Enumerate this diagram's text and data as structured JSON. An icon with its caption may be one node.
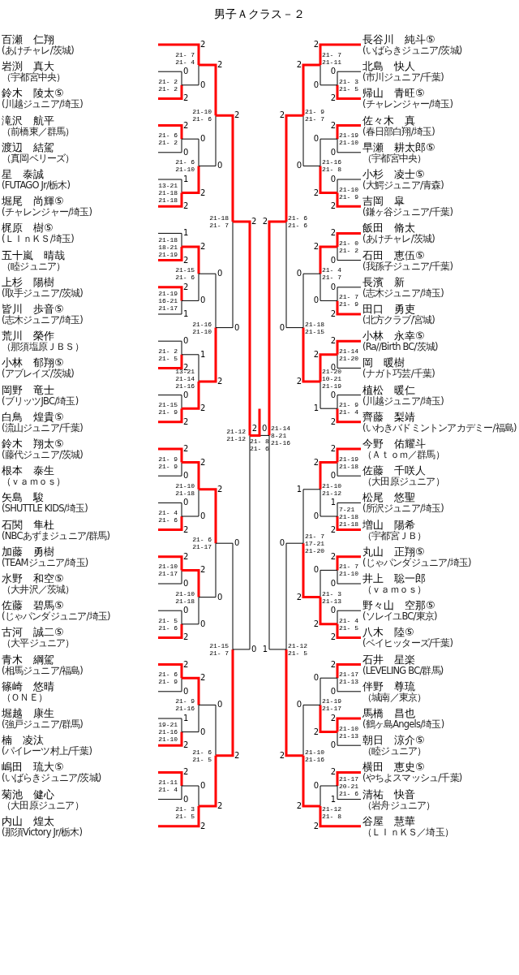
{
  "diagram": {
    "title": "男子Ａクラス－２",
    "nodes": [
      {
        "text": [
          "百瀬　仁翔",
          "(あけチャレ/茨城)"
        ]
      },
      {
        "text": [
          "岩渕　真大",
          "（宇都宮中央）"
        ]
      },
      {
        "text": [
          "鈴木　陵太⑤",
          "(川越ジュニア/埼玉)"
        ]
      },
      {
        "text": [
          "滝沢　航平",
          "（前橋東／群馬）"
        ]
      },
      {
        "text": [
          "渡辺　結駕",
          "（真岡ベリーズ）"
        ]
      },
      {
        "text": [
          "星　泰誠",
          "(FUTAGO Jr/栃木)"
        ]
      },
      {
        "text": [
          "堀尾　尚輝⑤",
          "(チャレンジャー/埼玉)"
        ]
      },
      {
        "text": [
          "梶原　樹⑤",
          "(ＬＩｎＫＳ/埼玉)"
        ]
      },
      {
        "text": [
          "五十嵐　晴哉",
          "（睦ジュニア）"
        ]
      },
      {
        "text": [
          "上杉　陽樹",
          "(取手ジュニア/茨城)"
        ]
      },
      {
        "text": [
          "皆川　歩音⑤",
          "(志木ジュニア/埼玉)"
        ]
      },
      {
        "text": [
          "荒川　榮作",
          "（那須塩原ＪＢＳ）"
        ]
      },
      {
        "text": [
          "小林　郁翔⑤",
          "(アブレイズ/茨城)"
        ]
      },
      {
        "text": [
          "岡野　竜士",
          "(ブリッツJBC/埼玉)"
        ]
      },
      {
        "text": [
          "白鳥　煌貴⑤",
          "(流山ジュニア/千葉)"
        ]
      },
      {
        "text": [
          "鈴木　翔太⑤",
          "(藤代ジュニア/茨城)"
        ]
      },
      {
        "text": [
          "根本　泰生",
          "（ｖａｍｏｓ）"
        ]
      },
      {
        "text": [
          "矢島　駿",
          "(SHUTTLE KIDS/埼玉)"
        ]
      },
      {
        "text": [
          "石関　隼杜",
          "(NBCあずまジュニア/群馬)"
        ]
      },
      {
        "text": [
          "加藤　勇樹",
          "(TEAMジュニア/埼玉)"
        ]
      },
      {
        "text": [
          "水野　和空⑤",
          "（大井沢／茨城）"
        ]
      },
      {
        "text": [
          "佐藤　碧馬⑤",
          "(じゃパンダジュニア/埼玉)"
        ]
      },
      {
        "text": [
          "古河　誠二⑤",
          "（大平ジュニア）"
        ]
      },
      {
        "text": [
          "青木　綱駕",
          "(相馬ジュニア/福島)"
        ]
      },
      {
        "text": [
          "篠崎　悠晴",
          "（ＯＮＥ）"
        ]
      },
      {
        "text": [
          "堀越　康生",
          "(強戸ジュニア/群馬)"
        ]
      },
      {
        "text": [
          "楠　凌汰",
          "(パイレーツ村上/千葉)"
        ]
      },
      {
        "text": [
          "嶋田　琉大⑤",
          "(いばらきジュニア/茨城)"
        ]
      },
      {
        "text": [
          "菊池　健心",
          "（大田原ジュニア）"
        ]
      },
      {
        "text": [
          "内山　煌太",
          "(那須Victory Jr/栃木)"
        ]
      },
      {
        "text": [
          "長谷川　純斗⑤",
          "(いばらきジュニア/茨城)"
        ]
      },
      {
        "text": [
          "北島　快人",
          "(市川ジュニア/千葉)"
        ]
      },
      {
        "text": [
          "帰山　青旺⑤",
          "(チャレンジャー/埼玉)"
        ]
      },
      {
        "text": [
          "佐々木　真",
          "(春日部白翔/埼玉)"
        ]
      },
      {
        "text": [
          "早瀬　耕太郎⑤",
          "（宇都宮中央）"
        ]
      },
      {
        "text": [
          "小杉　凌士⑤",
          "(大鰐ジュニア/青森)"
        ]
      },
      {
        "text": [
          "吉岡　皐",
          "(鎌ヶ谷ジュニア/千葉)"
        ]
      },
      {
        "text": [
          "飯田　脩太",
          "(あけチャレ/茨城)"
        ]
      },
      {
        "text": [
          "石田　恵伍⑤",
          "(我孫子ジュニア/千葉)"
        ]
      },
      {
        "text": [
          "長濱　新",
          "(志木ジュニア/埼玉)"
        ]
      },
      {
        "text": [
          "田口　勇吏",
          "(北方クラブ/宮城)"
        ]
      },
      {
        "text": [
          "小林　永幸⑤",
          "(Ra//Birth BC/茨城)"
        ]
      },
      {
        "text": [
          "岡　暖樹",
          "(ナガト巧芸/千葉)"
        ]
      },
      {
        "text": [
          "植松　暖仁",
          "(川越ジュニア/埼玉)"
        ]
      },
      {
        "text": [
          "齊藤　梨靖",
          "(いわきバドミントンアカデミー/福島)"
        ]
      },
      {
        "text": [
          "今野　佑耀斗",
          "（Ａｔｏｍ／群馬）"
        ]
      },
      {
        "text": [
          "佐藤　千咲人",
          "（大田原ジュニア）"
        ]
      },
      {
        "text": [
          "松尾　悠聖",
          "(所沢ジュニア/埼玉)"
        ]
      },
      {
        "text": [
          "増山　陽希",
          "（宇都宮ＪＢ）"
        ]
      },
      {
        "text": [
          "丸山　正翔⑤",
          "(じゃパンダジュニア/埼玉)"
        ]
      },
      {
        "text": [
          "井上　聡一郎",
          "（ｖａｍｏｓ）"
        ]
      },
      {
        "text": [
          "野々山　空那⑤",
          "(ソレイユBC/東京)"
        ]
      },
      {
        "text": [
          "八木　陸⑤",
          "(ベイヒッターズ/千葉)"
        ]
      },
      {
        "text": [
          "石井　星楽",
          "(LEVELING BC/群馬)"
        ]
      },
      {
        "text": [
          "伴野　尊琉",
          "（城南／東京）"
        ]
      },
      {
        "text": [
          "馬橋　昌也",
          "(鶴ヶ島Angels/埼玉)"
        ]
      },
      {
        "text": [
          "朝日　涼介⑤",
          "（睦ジュニア）"
        ]
      },
      {
        "text": [
          "横田　恵史⑤",
          "(やちよスマッシュ/千葉)"
        ]
      },
      {
        "text": [
          "清祐　快音",
          "（岩舟ジュニア）"
        ]
      },
      {
        "text": [
          "谷屋　慧華",
          "（ＬＩｎＫＳ／埼玉）"
        ]
      }
    ],
    "labels": [
      "21- 2 21- 2",
      "0",
      "2",
      "21- 7 21- 4",
      "2",
      "0",
      "21- 6 21- 2",
      "2",
      "0",
      "13-21 21-18 21-18",
      "1",
      "2",
      "21- 6 21-10",
      "0",
      "2",
      "21-10 21- 6",
      "2",
      "0",
      "21-18 18-21 21-19",
      "1",
      "2",
      "21-19 16-21 21-17",
      "2",
      "1",
      "21-15 21- 6",
      "2",
      "0",
      "21- 2 21- 5",
      "0",
      "2",
      "21-15 21- 9",
      "0",
      "2",
      "13-21 21-14 21-16",
      "1",
      "2",
      "21-16 21-10",
      "0",
      "2",
      "21-18 21- 7",
      "2",
      "0",
      "21- 9 21- 9",
      "2",
      "0",
      "21- 4 21- 6",
      "0",
      "2",
      "21-10 21-18",
      "2",
      "0",
      "21-10 21-17",
      "2",
      "0",
      "21- 5 21- 6",
      "0",
      "2",
      "21-10 21-18",
      "2",
      "0",
      "21- 6 21-17",
      "2",
      "0",
      "21- 6 21- 9",
      "2",
      "0",
      "19-21 21-16 21-10",
      "1",
      "2",
      "21- 9 21-16",
      "2",
      "0",
      "21-11 21- 4",
      "2",
      "0",
      "21- 3 21- 5",
      "0",
      "2",
      "21- 6 21- 5",
      "0",
      "2",
      "21-15 21- 7",
      "0",
      "2",
      "21-12 21-12",
      "2",
      "0",
      "21- 3 21- 5",
      "0",
      "2",
      "21- 7 21-11",
      "2",
      "0",
      "21-19 21-10",
      "2",
      "0",
      "21-10 21- 9",
      "0",
      "2",
      "21-16 21- 8",
      "0",
      "2",
      "21- 9 21- 7",
      "2",
      "0",
      "21- 0 21- 2",
      "2",
      "0",
      "21- 7 21- 9",
      "0",
      "2",
      "21- 4 21- 7",
      "2",
      "0",
      "21-14 21-20",
      "2",
      "0",
      "21- 9 21- 4",
      "0",
      "2",
      "21-20 10-21 21-19",
      "2",
      "1",
      "21-18 21-15",
      "0",
      "2",
      "21- 6 21- 6",
      "2",
      "0",
      "21-19 21-18",
      "2",
      "0",
      "7-21 21-18 21-18",
      "1",
      "2",
      "21-10 21-12",
      "2",
      "0",
      "21- 7 21-10",
      "2",
      "0",
      "21- 4 21- 5",
      "0",
      "2",
      "21- 3 21-13",
      "0",
      "2",
      "21- 7 17-21 21-20",
      "1",
      "2",
      "21-17 21-13",
      "2",
      "0",
      "21-10 21-13",
      "2",
      "0",
      "21-19 21-17",
      "0",
      "2",
      "21-17 20-21 21- 6",
      "2",
      "1",
      "21-12 21- 8",
      "0",
      "2",
      "21-10 21-16",
      "0",
      "2",
      "21-12 21- 5",
      "0",
      "2",
      "21-14 8-21 21-16",
      "2",
      "1",
      "21- 8 21- 6",
      "2",
      "0"
    ]
  }
}
